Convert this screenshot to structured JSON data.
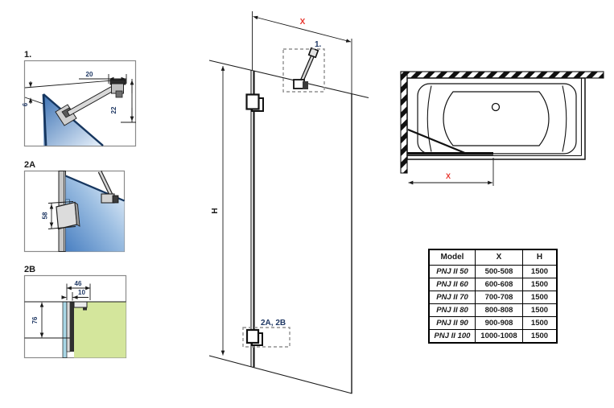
{
  "palette": {
    "line": "#1a1a1a",
    "accent_red": "#e8362e",
    "dim_navy": "#1f3864",
    "glass_dark": "#3f74b5",
    "glass_light": "#e9f2fb",
    "wall_green": "#d4e69c",
    "glass_cyan": "#a9d7e6"
  },
  "details": {
    "d1": {
      "label": "1.",
      "dim_top": "20",
      "dim_left": "6",
      "dim_right": "22"
    },
    "d2a": {
      "label": "2A",
      "dim_side": "58"
    },
    "d2b": {
      "label": "2B",
      "dim_top": "46",
      "dim_inner": "10",
      "dim_side": "76"
    }
  },
  "elevation": {
    "width_label": "X",
    "height_label": "H",
    "ref_top": "1.",
    "ref_bottom": "2A, 2B"
  },
  "topview": {
    "width_label": "X"
  },
  "size_table": {
    "headers": {
      "model": "Model",
      "x": "X",
      "h": "H"
    },
    "rows": [
      {
        "model": "PNJ II 50",
        "x": "500-508",
        "h": "1500"
      },
      {
        "model": "PNJ II 60",
        "x": "600-608",
        "h": "1500"
      },
      {
        "model": "PNJ II 70",
        "x": "700-708",
        "h": "1500"
      },
      {
        "model": "PNJ II 80",
        "x": "800-808",
        "h": "1500"
      },
      {
        "model": "PNJ II 90",
        "x": "900-908",
        "h": "1500"
      },
      {
        "model": "PNJ II 100",
        "x": "1000-1008",
        "h": "1500"
      }
    ]
  }
}
